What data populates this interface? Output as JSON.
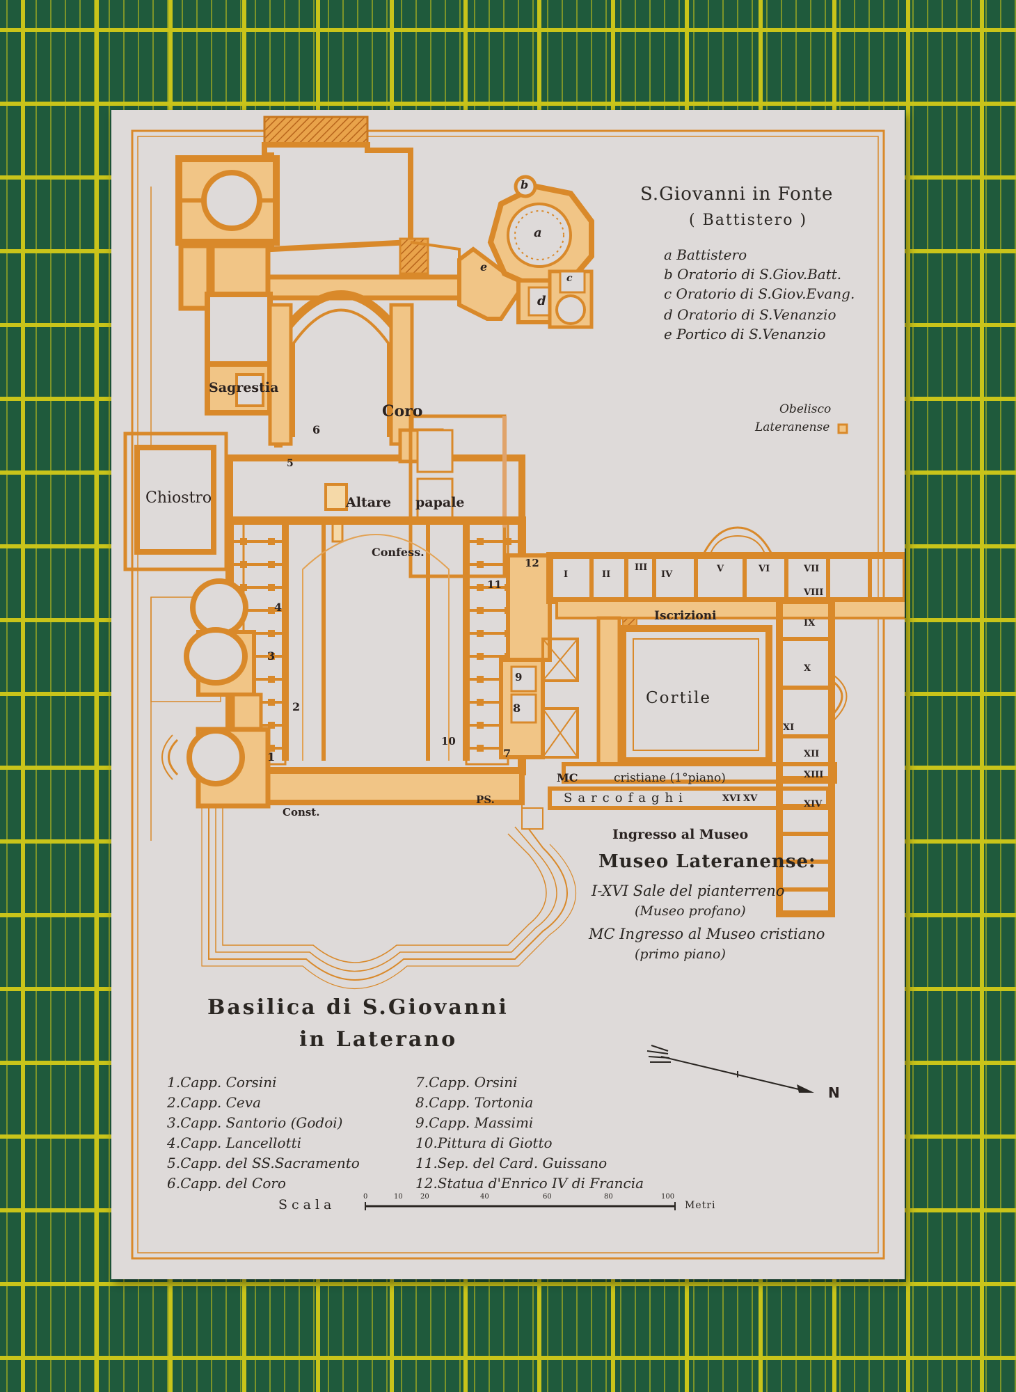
{
  "map": {
    "title_line1": "Basilica di S.Giovanni",
    "title_line2": "in Laterano",
    "baptistery": {
      "title": "S.Giovanni in Fonte",
      "subtitle": "( Battistero )",
      "legend": [
        "a Battistero",
        "b Oratorio di S.Giov.Batt.",
        "c Oratorio di S.Giov.Evang.",
        "d Oratorio di S.Venanzio",
        "e Portico di S.Venanzio"
      ],
      "marks": [
        "a",
        "b",
        "c",
        "d",
        "e"
      ]
    },
    "obelisk": {
      "line1": "Obelisco",
      "line2": "Lateranense"
    },
    "museum": {
      "title": "Museo Lateranense:",
      "entrance": "Ingresso al Museo",
      "notes": [
        "I-XVI Sale del pianterreno",
        "(Museo profano)",
        "MC Ingresso al Museo cristiano",
        "(primo piano)"
      ]
    },
    "plan_labels": {
      "sagrestia": "Sagrestia",
      "coro": "Coro",
      "chiostro": "Chiostro",
      "altare": "Altare",
      "papale": "papale",
      "confess": "Confess.",
      "cortile": "Cortile",
      "iscrizioni": "Iscrizioni",
      "cristiane": "cristiane (1°piano)",
      "mc": "MC",
      "sarcofaghi": "Sarcofaghi",
      "const": "Const.",
      "ps": "PS."
    },
    "room_numerals": [
      "I",
      "II",
      "III",
      "IV",
      "V",
      "VI",
      "VII",
      "VIII",
      "IX",
      "X",
      "XI",
      "XII",
      "XIII",
      "XIV",
      "XV",
      "XVI"
    ],
    "chapel_numbers": [
      "1",
      "2",
      "3",
      "4",
      "5",
      "6",
      "7",
      "8",
      "9",
      "10",
      "11",
      "12"
    ],
    "chapels_left": [
      "1.Capp. Corsini",
      "2.Capp. Ceva",
      "3.Capp. Santorio (Godoi)",
      "4.Capp. Lancellotti",
      "5.Capp. del SS.Sacramento",
      "6.Capp. del Coro"
    ],
    "chapels_right": [
      "7.Capp. Orsini",
      "8.Capp. Tortonia",
      "9.Capp. Massimi",
      "10.Pittura di Giotto",
      "11.Sep. del Card. Guissano",
      "12.Statua d'Enrico IV di Francia"
    ],
    "scale": {
      "label": "Scala",
      "ticks": [
        "0",
        "10",
        "20",
        "40",
        "60",
        "80",
        "100"
      ],
      "unit": "Metri"
    },
    "north": "N",
    "colors": {
      "ink": "#d9892a",
      "paper": "#dedad9",
      "text": "#2a2622",
      "mat": "#1f5a3c",
      "grid": "#c9c41a"
    }
  }
}
